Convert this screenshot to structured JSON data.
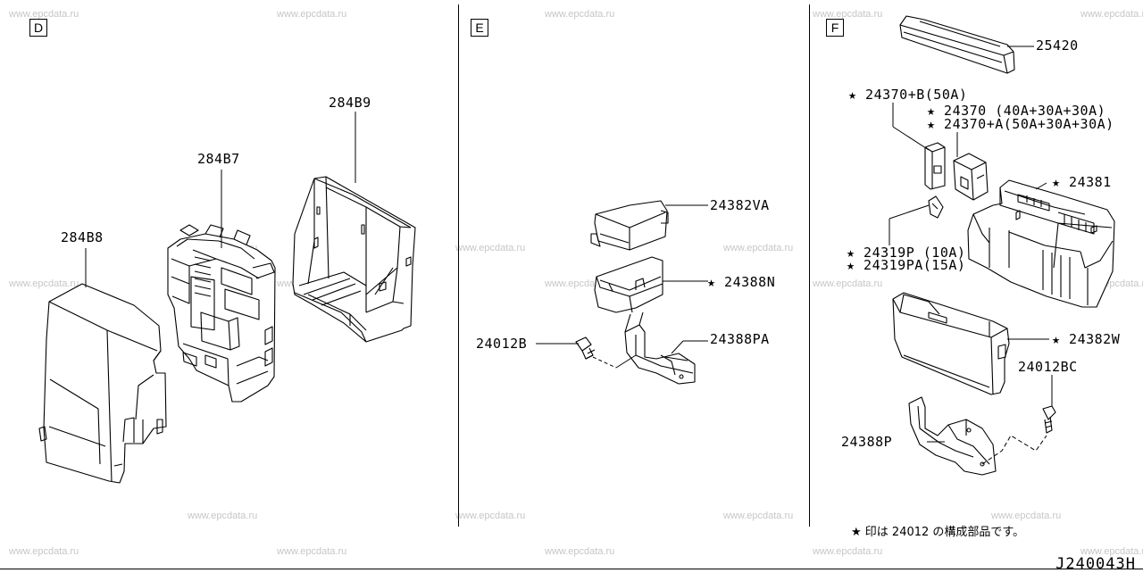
{
  "watermark": "www.epcdata.ru",
  "sections": {
    "d": "D",
    "e": "E",
    "f": "F"
  },
  "parts": {
    "p284b9": "284B9",
    "p284b7": "284B7",
    "p284b8": "284B8",
    "p24382va": "24382VA",
    "p24388n": "★ 24388N",
    "p24012b": "24012B",
    "p24388pa": "24388PA",
    "p25420": "25420",
    "p24370b": "★ 24370+B(50A)",
    "p24370": "★ 24370   (40A+30A+30A)",
    "p24370a": "★ 24370+A(50A+30A+30A)",
    "p24381": "★ 24381",
    "p24319p": "★ 24319P  (10A)",
    "p24319pa": "★ 24319PA(15A)",
    "p24382w": "★ 24382W",
    "p24012bc": "24012BC",
    "p24388p": "24388P"
  },
  "footnote": "★ 印は 24012 の構成部品です。",
  "diagram_code": "J240043H"
}
